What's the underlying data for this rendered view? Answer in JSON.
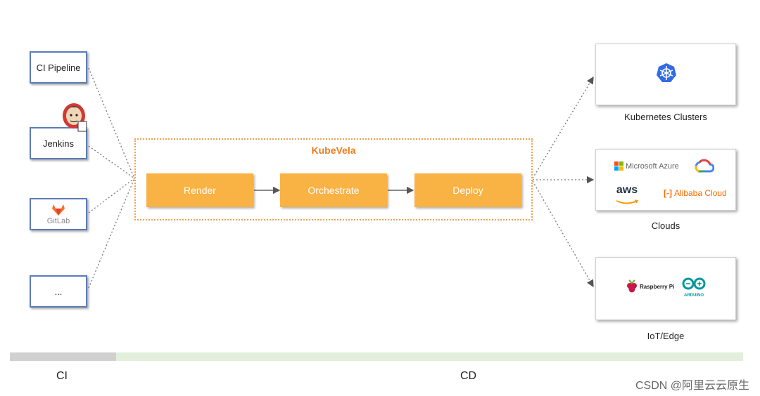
{
  "sources": [
    "CI Pipeline",
    "Jenkins",
    "GitLab",
    "..."
  ],
  "kubevela": {
    "title": "KubeVela",
    "stages": [
      "Render",
      "Orchestrate",
      "Deploy"
    ]
  },
  "targets": [
    {
      "label": "Kubernetes Clusters"
    },
    {
      "label": "Clouds",
      "logos": [
        "Microsoft Azure",
        "aws",
        "Alibaba Cloud"
      ]
    },
    {
      "label": "IoT/Edge",
      "logos": [
        "Raspberry Pi",
        "ARDUINO"
      ]
    }
  ],
  "phases": {
    "ci": "CI",
    "cd": "CD"
  },
  "watermark": "CSDN @阿里云云原生",
  "colors": {
    "accent_orange": "#f9b244",
    "kubevela_title": "#f07d1e",
    "source_border": "#5b7bb8",
    "ci_bar": "#d0d0d0",
    "cd_bar": "#e2efdc"
  }
}
